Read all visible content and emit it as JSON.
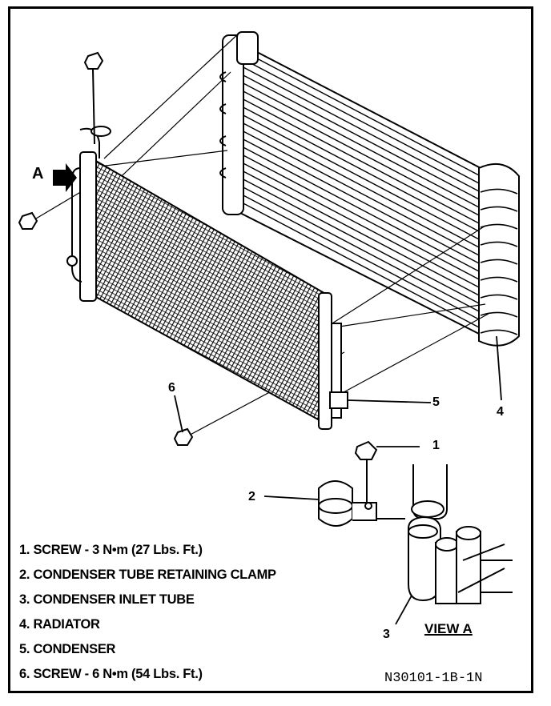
{
  "legend": [
    "1. SCREW - 3 N•m (27 Lbs. Ft.)",
    "2. CONDENSER TUBE RETAINING CLAMP",
    "3. CONDENSER INLET TUBE",
    "4. RADIATOR",
    "5. CONDENSER",
    "6. SCREW - 6 N•m (54 Lbs. Ft.)"
  ],
  "callouts": {
    "one": "1",
    "two": "2",
    "three": "3",
    "four": "4",
    "five": "5",
    "six": "6"
  },
  "view_arrow_label": "A",
  "view_label": "VIEW A",
  "figure_code": "N30101-1B-1N"
}
